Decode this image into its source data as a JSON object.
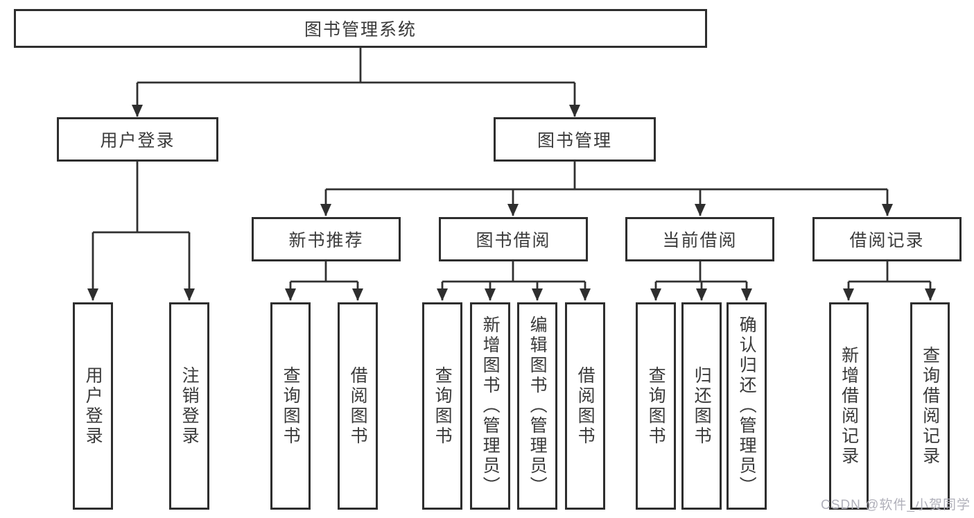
{
  "diagram": {
    "root": {
      "label": "图书管理系统"
    },
    "branches": [
      {
        "label": "用户登录",
        "leaves": [
          "用户登录",
          "注销登录"
        ]
      },
      {
        "label": "图书管理",
        "groups": [
          {
            "label": "新书推荐",
            "leaves": [
              "查询图书",
              "借阅图书"
            ]
          },
          {
            "label": "图书借阅",
            "leaves": [
              "查询图书",
              "新增图书（管理员）",
              "编辑图书（管理员）",
              "借阅图书"
            ]
          },
          {
            "label": "当前借阅",
            "leaves": [
              "查询图书",
              "归还图书",
              "确认归还（管理员）"
            ]
          },
          {
            "label": "借阅记录",
            "leaves": [
              "新增借阅记录",
              "查询借阅记录"
            ]
          }
        ]
      }
    ]
  },
  "watermark": {
    "text": "CSDN @软件_小贺同学"
  },
  "colors": {
    "line": "#303030",
    "box_border": "#2e2e2e",
    "text": "#3a3a3a",
    "background": "#ffffff",
    "watermark": "#b0b0ba"
  }
}
